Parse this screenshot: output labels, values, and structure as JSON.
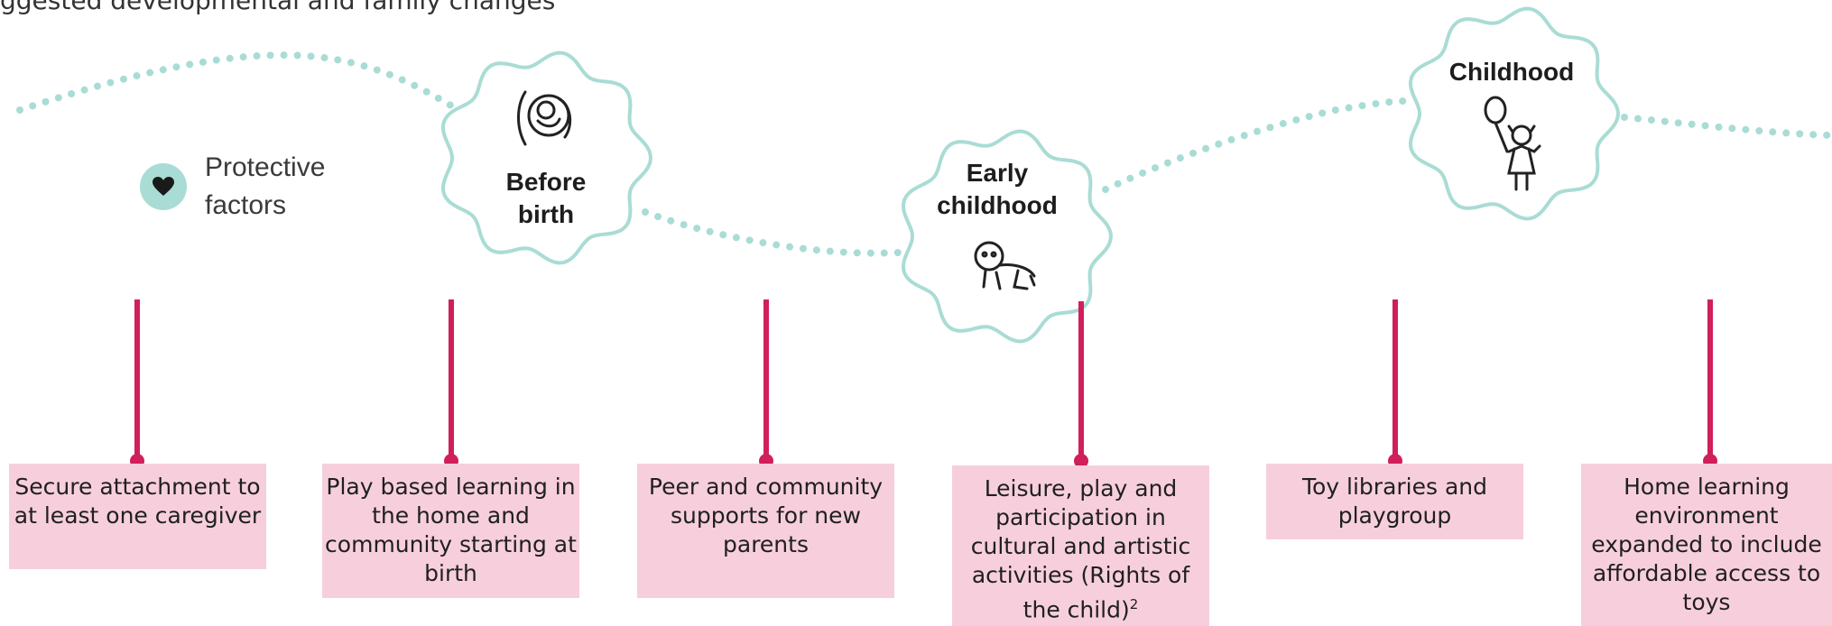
{
  "top_partial_text": "ggested developmental and family changes",
  "legend": {
    "label": "Protective\nfactors",
    "icon": "heart-icon"
  },
  "colors": {
    "path": "#a9dcd4",
    "cloud_stroke": "#a9dcd4",
    "connector": "#d01f5a",
    "box_fill": "#f7cfdc"
  },
  "stages": [
    {
      "label": "Before\nbirth",
      "icon": "pregnancy-icon"
    },
    {
      "label": "Early\nchildhood",
      "icon": "crawling-baby-icon"
    },
    {
      "label": "Childhood",
      "icon": "child-with-balloon-icon"
    }
  ],
  "factors": [
    {
      "text": "Secure attachment to at least one caregiver"
    },
    {
      "text": "Play based learning in the home and community starting at birth"
    },
    {
      "text": "Peer and community supports for new parents"
    },
    {
      "text": "Leisure, play and participation in cultural and artistic activities (Rights of the child)",
      "superscript": "2"
    },
    {
      "text": "Toy libraries and playgroup"
    },
    {
      "text": "Home learning environment expanded to include affordable access to toys"
    }
  ]
}
